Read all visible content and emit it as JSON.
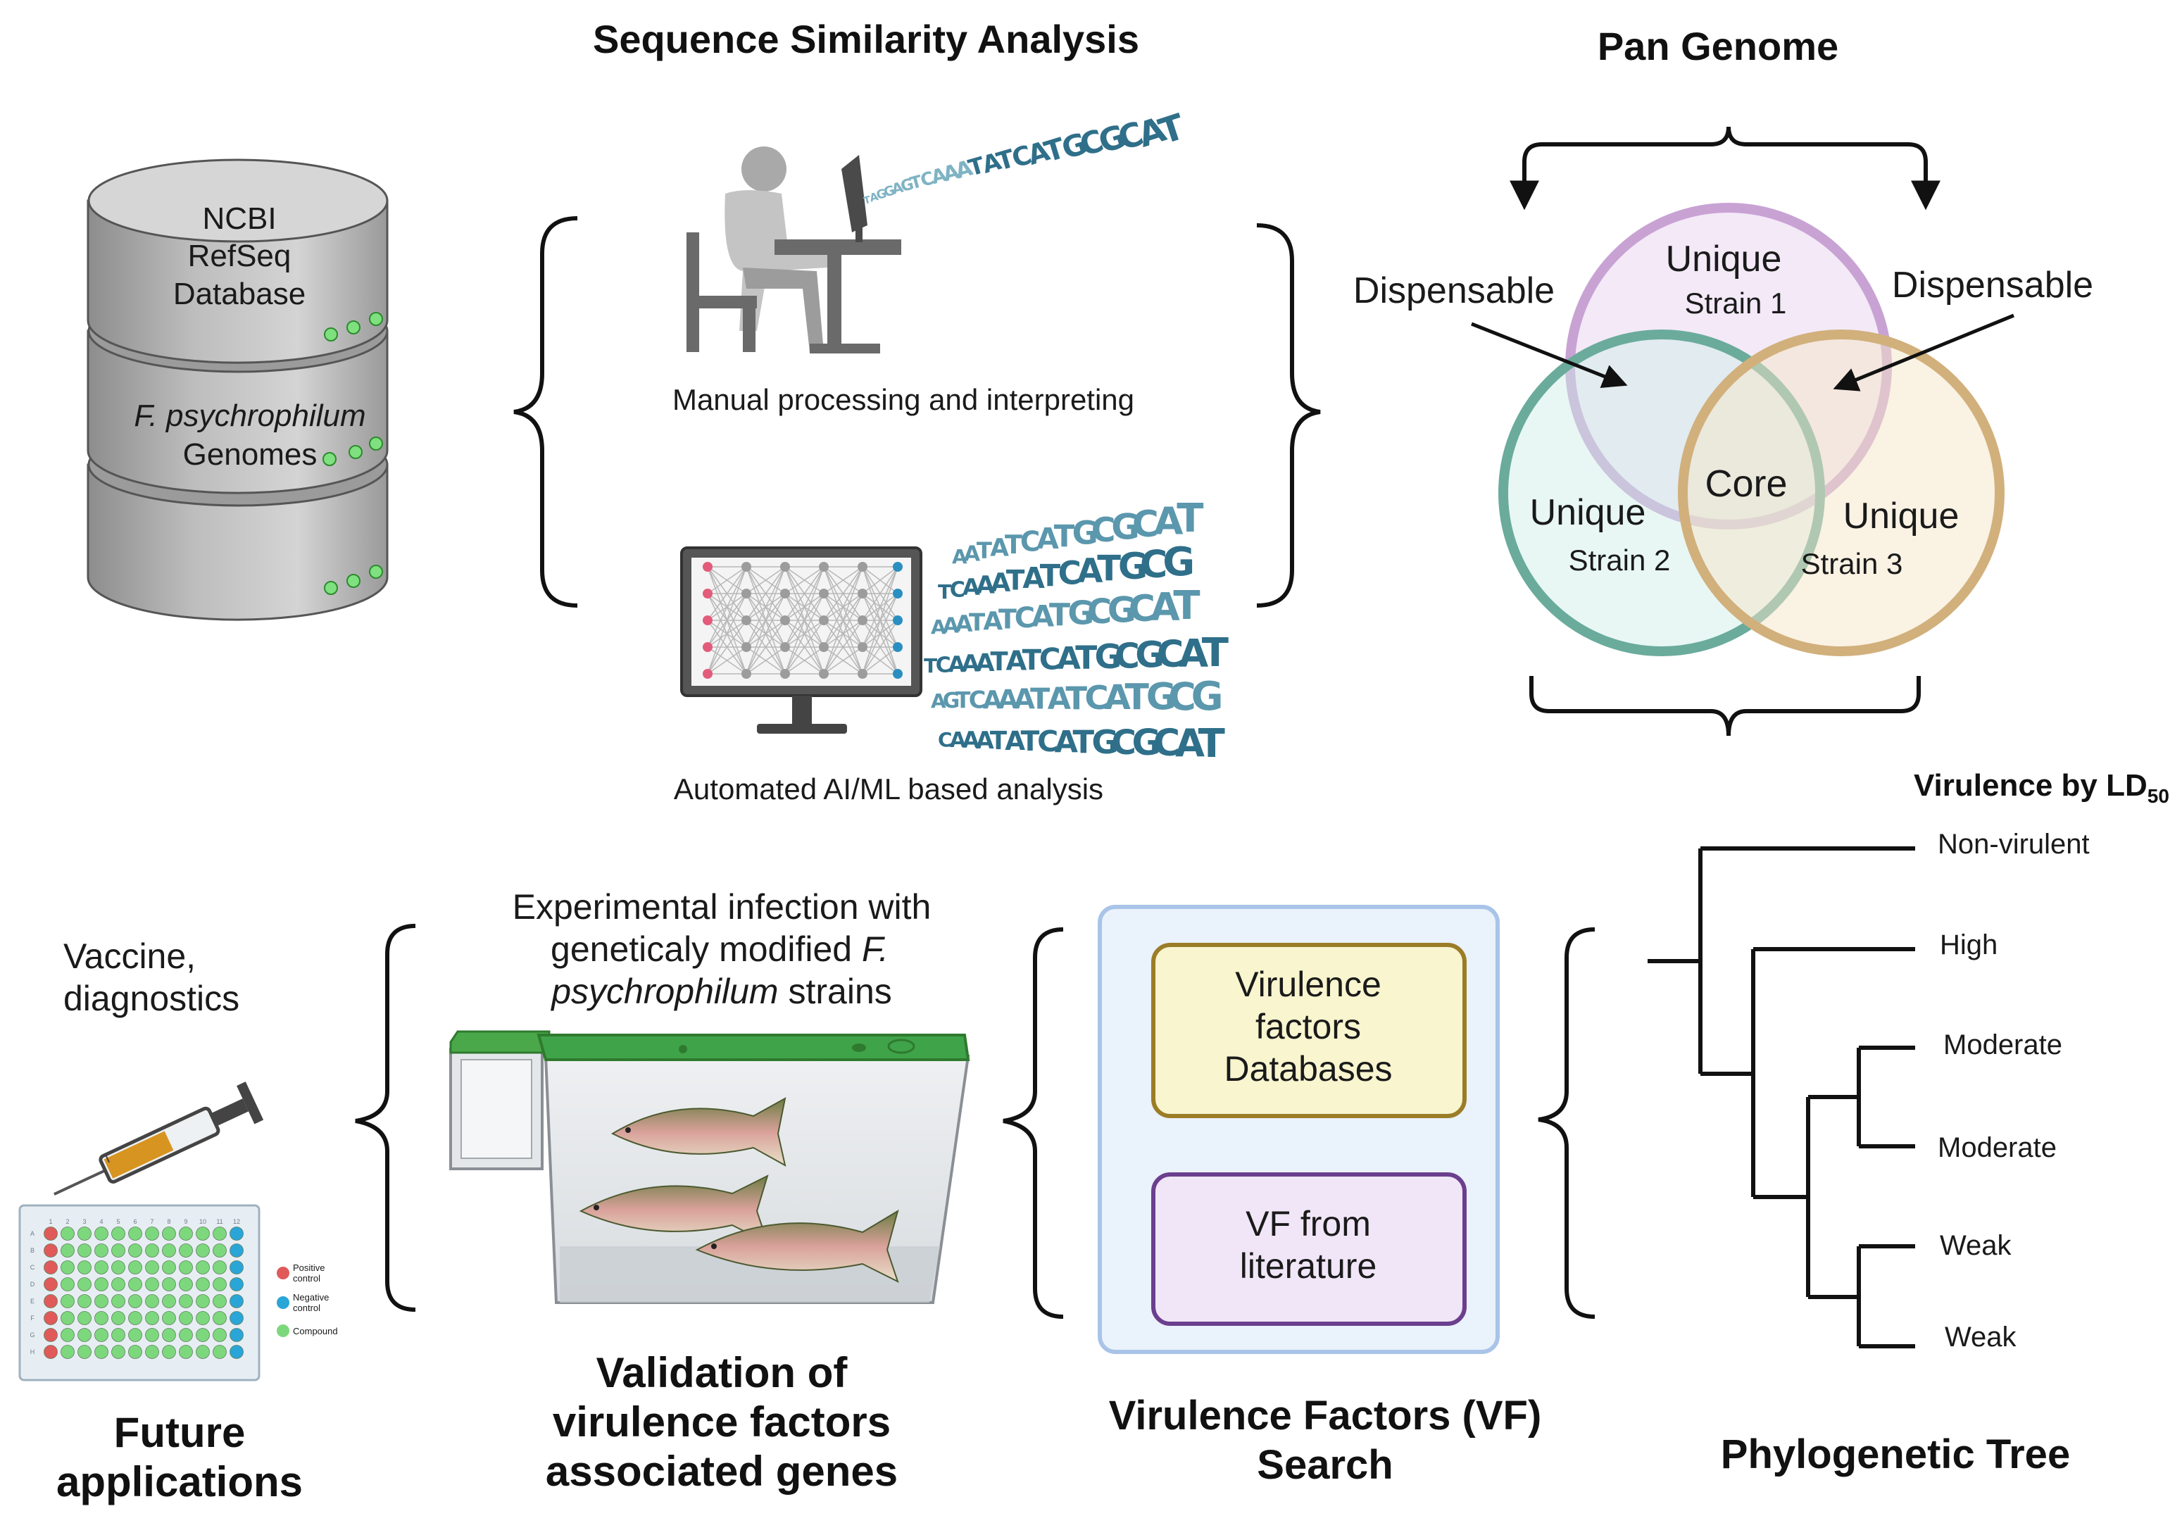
{
  "headings": {
    "sequence_similarity": "Sequence Similarity Analysis",
    "pan_genome": "Pan Genome",
    "validation_1": "Validation of",
    "validation_2": "virulence factors",
    "validation_3": "associated genes",
    "vf_search_1": "Virulence Factors (VF)",
    "vf_search_2": "Search",
    "phylo_tree": "Phylogenetic Tree",
    "future_1": "Future",
    "future_2": "applications"
  },
  "database": {
    "line1": "NCBI",
    "line2": "RefSeq",
    "line3": "Database",
    "line4": "F. psychrophilum",
    "line5": "Genomes"
  },
  "analysis": {
    "manual": "Manual processing and interpreting",
    "automated": "Automated AI/ML based analysis",
    "dna_manual": "TAGGAGTCAAATATCATGCGCAT",
    "dna_auto": [
      "AATATCATGCGCAT",
      "TCAAATATCATGCG",
      "AAATATCATGCGCAT",
      "TCAAATATCATGCGCAT",
      "AGTCAAATATCATGCG",
      "CAAATATCATGCGCAT"
    ]
  },
  "venn": {
    "unique1": "Unique",
    "strain1": "Strain 1",
    "unique2": "Unique",
    "strain2": "Strain 2",
    "unique3": "Unique",
    "strain3": "Strain 3",
    "core": "Core",
    "dispensable_left": "Dispensable",
    "dispensable_right": "Dispensable",
    "colors": {
      "strain1": "#c9a2d4",
      "strain2": "#6aab9c",
      "strain3": "#d1b07c"
    }
  },
  "phylogeny": {
    "title_prefix": "Virulence by LD",
    "title_sub": "50",
    "leaves": [
      "Non-virulent",
      "High",
      "Moderate",
      "Moderate",
      "Weak",
      "Weak"
    ]
  },
  "vf": {
    "box1_line1": "Virulence",
    "box1_line2": "factors",
    "box1_line3": "Databases",
    "box2_line1": "VF from",
    "box2_line2": "literature"
  },
  "experiment": {
    "line1": "Experimental infection with",
    "line2a": "geneticaly modified ",
    "line2b": "F.",
    "line3a": "psychrophilum",
    "line3b": " strains"
  },
  "future": {
    "line1": "Vaccine,",
    "line2": "diagnostics",
    "legend_positive_1": "Positive",
    "legend_positive_2": "control",
    "legend_negative_1": "Negative",
    "legend_negative_2": "control",
    "legend_compound": "Compound",
    "plate_columns": [
      "1",
      "2",
      "3",
      "4",
      "5",
      "6",
      "7",
      "8",
      "9",
      "10",
      "11",
      "12"
    ],
    "plate_rows": [
      "A",
      "B",
      "C",
      "D",
      "E",
      "F",
      "G",
      "H"
    ],
    "colors": {
      "positive": "#e05a5a",
      "negative": "#2aa5d8",
      "compound": "#7dd87d"
    }
  }
}
